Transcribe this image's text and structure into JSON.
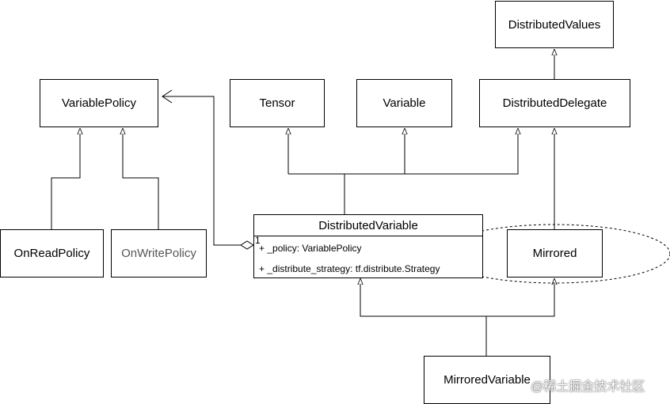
{
  "nodes": {
    "distributed_values": "DistributedValues",
    "variable_policy": "VariablePolicy",
    "tensor": "Tensor",
    "variable": "Variable",
    "distributed_delegate": "DistributedDelegate",
    "on_read_policy": "OnReadPolicy",
    "on_write_policy": "OnWritePolicy",
    "mirrored": "Mirrored",
    "mirrored_variable": "MirroredVariable"
  },
  "distributed_variable": {
    "title": "DistributedVariable",
    "attributes": [
      "+ _policy: VariablePolicy",
      "+ _distribute_strategy: tf.distribute.Strategy"
    ],
    "multiplicity": "1"
  },
  "watermark": "@稀土掘金技术社区"
}
